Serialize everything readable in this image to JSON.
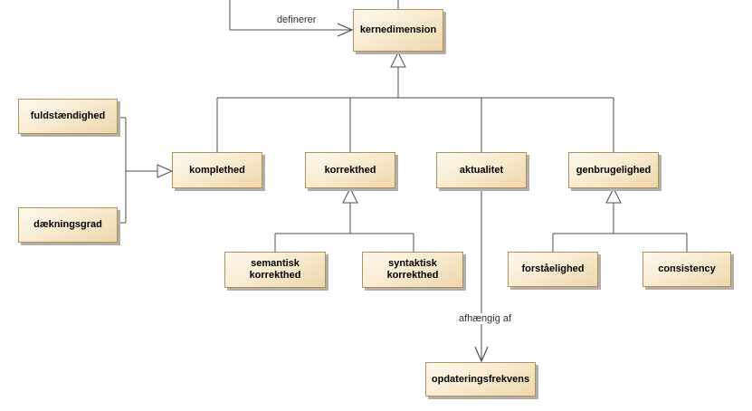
{
  "nodes": {
    "kernedimension": {
      "label": "kernedimension"
    },
    "fuldstaendighed": {
      "label": "fuldstændighed"
    },
    "daekningsgrad": {
      "label": "dækningsgrad"
    },
    "komplethed": {
      "label": "komplethed"
    },
    "korrekthed": {
      "label": "korrekthed"
    },
    "aktualitet": {
      "label": "aktualitet"
    },
    "genbrugelighed": {
      "label": "genbrugelighed"
    },
    "semantisk_korrekthed": {
      "label": "semantisk korrekthed"
    },
    "syntaktisk_korrekthed": {
      "label": "syntaktisk korrekthed"
    },
    "forstaaelighed": {
      "label": "forståelighed"
    },
    "consistency": {
      "label": "consistency"
    },
    "opdateringsfrekvens": {
      "label": "opdateringsfrekvens"
    }
  },
  "edges": {
    "definerer_label": "definerer",
    "afhaengig_label": "afhængig af"
  },
  "colors": {
    "node_fill_light": "#fdf9ef",
    "node_fill_dark": "#eed7ac",
    "node_border": "#b29058",
    "connector_line": "#4d4d4d",
    "box_shadow": "#b3afa6",
    "label_text": "#2f2f2f",
    "node_text": "#000000",
    "background": "#ffffff"
  }
}
